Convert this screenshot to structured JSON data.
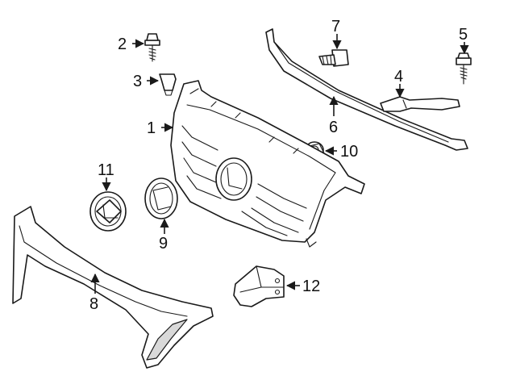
{
  "callouts": [
    {
      "id": "1",
      "label": "1"
    },
    {
      "id": "2",
      "label": "2"
    },
    {
      "id": "3",
      "label": "3"
    },
    {
      "id": "4",
      "label": "4"
    },
    {
      "id": "5",
      "label": "5"
    },
    {
      "id": "6",
      "label": "6"
    },
    {
      "id": "7",
      "label": "7"
    },
    {
      "id": "8",
      "label": "8"
    },
    {
      "id": "9",
      "label": "9"
    },
    {
      "id": "10",
      "label": "10"
    },
    {
      "id": "11",
      "label": "11"
    },
    {
      "id": "12",
      "label": "12"
    }
  ],
  "colors": {
    "line": "#1a1a1a",
    "background": "#ffffff",
    "shade": "#d9d9d9"
  }
}
